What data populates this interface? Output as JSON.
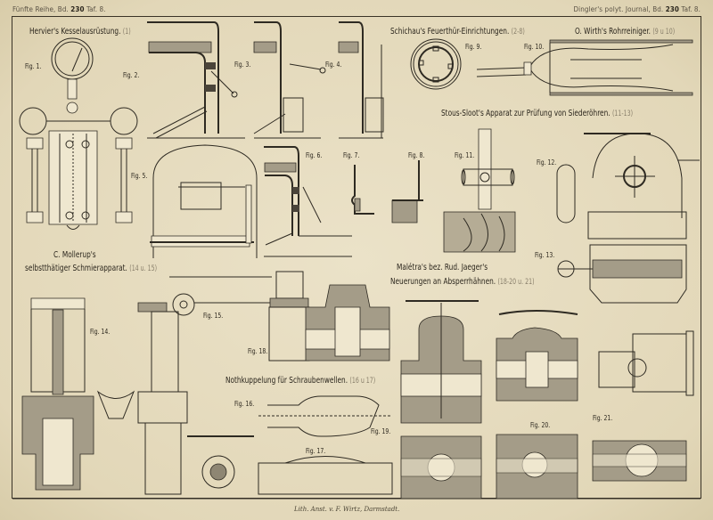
{
  "header": {
    "left": {
      "series": "Fünfte Reihe, Bd.",
      "volume": "230",
      "plate": "Taf. 8."
    },
    "right": {
      "journal": "Dingler's polyt. Journal, Bd.",
      "volume": "230",
      "plate": "Taf. 8."
    }
  },
  "sections": [
    {
      "id": "hervier",
      "title": "Hervier's Kesselausrüstung.",
      "range": "(1)"
    },
    {
      "id": "schichau",
      "title": "Schichau's Feuerthür-Einrichtungen.",
      "range": "(2-8)"
    },
    {
      "id": "wirth",
      "title": "O. Wirth's Rohrreiniger.",
      "range": "(9 u 10)"
    },
    {
      "id": "stous",
      "title": "Stous-Sloot's Apparat zur Prüfung von Siederöhren.",
      "range": "(11-13)"
    },
    {
      "id": "mollerup_1",
      "title": "C. Mollerup's",
      "range": ""
    },
    {
      "id": "mollerup_2",
      "title": "selbstthätiger Schmierapparat.",
      "range": "(14 u. 15)"
    },
    {
      "id": "maletra_1",
      "title": "Malétra's bez. Rud. Jaeger's",
      "range": ""
    },
    {
      "id": "maletra_2",
      "title": "Neuerungen an Absperrhähnen.",
      "range": "(18-20 u. 21)"
    },
    {
      "id": "nothkuppelung",
      "title": "Nothkuppelung für Schraubenwellen.",
      "range": "(16 u 17)"
    }
  ],
  "figures": [
    "Fig. 1.",
    "Fig. 2.",
    "Fig. 3.",
    "Fig. 4.",
    "Fig. 5.",
    "Fig. 6.",
    "Fig. 7.",
    "Fig. 8.",
    "Fig. 9.",
    "Fig. 10.",
    "Fig. 11.",
    "Fig. 12.",
    "Fig. 13.",
    "Fig. 14.",
    "Fig. 15.",
    "Fig. 16.",
    "Fig. 17.",
    "Fig. 18.",
    "Fig. 19.",
    "Fig. 20.",
    "Fig. 21."
  ],
  "footer": "Lith. Anst. v. F. Wirtz, Darmstadt."
}
